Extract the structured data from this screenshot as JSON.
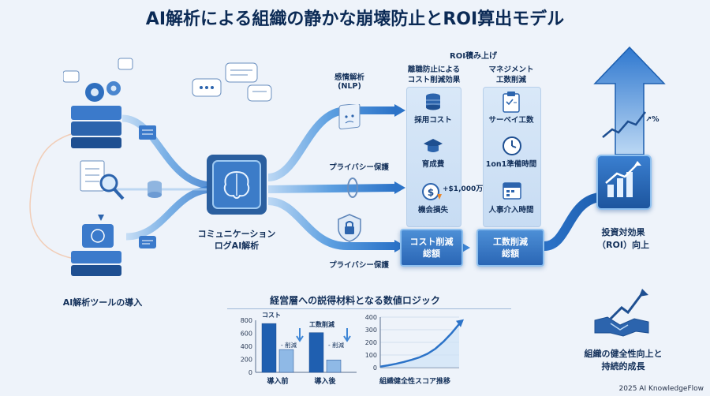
{
  "title": "AI解析による組織の静かな崩壊防止とROI算出モデル",
  "left": {
    "label": "AI解析ツールの導入"
  },
  "center": {
    "label_line1": "コミュニケーション",
    "label_line2": "ログAI解析"
  },
  "sentiment": {
    "line1": "感情解析",
    "line2": "(NLP)"
  },
  "privacy": {
    "top": "プライバシー保護",
    "bottom": "プライバシー保護"
  },
  "roi_stack": {
    "title": "ROI積み上げ"
  },
  "cost_col": {
    "header_line1": "離職防止による",
    "header_line2": "コスト削減効果",
    "items": [
      "採用コスト",
      "育成費",
      "機会損失"
    ],
    "amount": "+$1,000万",
    "total_line1": "コスト削減",
    "total_line2": "総額"
  },
  "mgmt_col": {
    "header_line1": "マネジメント",
    "header_line2": "工数削減",
    "items": [
      "サーベイ工数",
      "1on1準備時間",
      "人事介入時間"
    ],
    "total_line1": "工数削減",
    "total_line2": "総額"
  },
  "investment": {
    "line1": "投資対効果",
    "line2": "（ROI）向上",
    "pct": "↗%"
  },
  "growth": {
    "line1": "組織の健全性向上と",
    "line2": "持続的成長"
  },
  "logic": {
    "title": "経営層への説得材料となる数値ロジック"
  },
  "chart_data": [
    {
      "type": "bar",
      "categories": [
        "導入前",
        "導入後"
      ],
      "series": [
        {
          "name": "コスト",
          "values": [
            750,
            610
          ]
        },
        {
          "name": "工数削減",
          "values": [
            350,
            190
          ]
        }
      ],
      "ylim": [
        0,
        800
      ],
      "yticks": [
        "800",
        "600",
        "400",
        "200",
        "0"
      ],
      "annotations": [
        "- 削減",
        "- 削減"
      ]
    },
    {
      "type": "line",
      "title": "組織健全性スコア推移",
      "ylim": [
        0,
        400
      ],
      "yticks": [
        "400",
        "300",
        "200",
        "100",
        "0"
      ],
      "x": [
        0,
        1,
        2,
        3,
        4,
        5,
        6,
        7,
        8,
        9,
        10
      ],
      "y": [
        8,
        18,
        30,
        45,
        62,
        82,
        110,
        150,
        205,
        270,
        345
      ]
    }
  ],
  "footer": "2025 AI KnowledgeFlow"
}
